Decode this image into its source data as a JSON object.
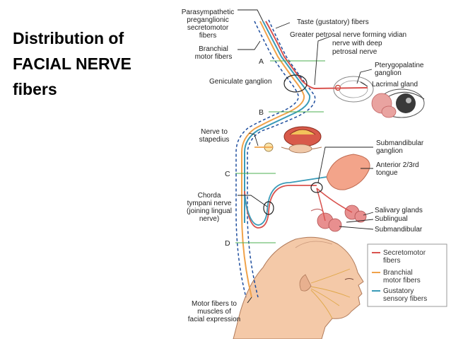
{
  "title_lines": [
    "Distribution of",
    "FACIAL NERVE",
    "fibers"
  ],
  "labels": {
    "parasympathetic": [
      "Parasympathetic",
      "preganglionic",
      "secretomotor",
      "fibers"
    ],
    "branchial": [
      "Branchial",
      "motor fibers"
    ],
    "geniculate": "Geniculate ganglion",
    "stapedius": [
      "Nerve to",
      "stapedius"
    ],
    "chorda": [
      "Chorda",
      "tympani nerve",
      "(joining lingual",
      "nerve)"
    ],
    "motor_fibers": [
      "Motor fibers to",
      "muscles of",
      "facial expression"
    ],
    "taste": "Taste (gustatory) fibers",
    "greater_petrosal": [
      "Greater petrosal nerve forming vidian",
      "nerve with deep",
      "petrosal nerve"
    ],
    "pterygopalatine": [
      "Pterygopalatine",
      "ganglion"
    ],
    "lacrimal": "Lacrimal gland",
    "submandibular_ganglion": [
      "Submandibular",
      "ganglion"
    ],
    "tongue": [
      "Anterior 2/3rd",
      "tongue"
    ],
    "salivary": "Salivary glands",
    "sublingual": "Sublingual",
    "submandibular": "Submandibular"
  },
  "level_letters": [
    "A",
    "B",
    "C",
    "D"
  ],
  "legend": [
    {
      "lines": [
        "Secretomotor",
        "fibers"
      ],
      "color": "#d9534f"
    },
    {
      "lines": [
        "Branchial",
        "motor fibers"
      ],
      "color": "#f0a24a"
    },
    {
      "lines": [
        "Gustatory",
        "sensory fibers"
      ],
      "color": "#3a9bb8"
    }
  ],
  "colors": {
    "secretomotor": "#d9534f",
    "branchial": "#f0a24a",
    "gustatory": "#3a9bb8",
    "nerve_outline": "#1f4e9e",
    "level_line": "#4caf50"
  }
}
